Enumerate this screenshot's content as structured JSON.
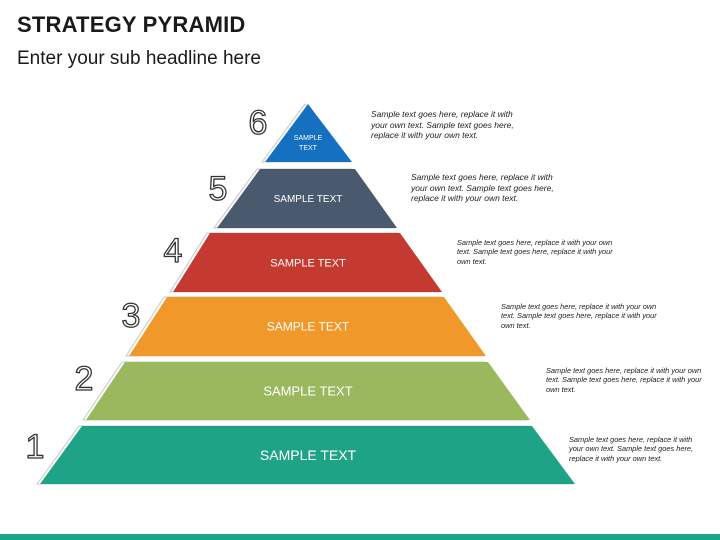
{
  "title": "STRATEGY PYRAMID",
  "subtitle": "Enter your sub headline here",
  "levels": [
    {
      "number": "1",
      "label": "SAMPLE TEXT",
      "color": "#1fa386",
      "description": "Sample text goes here, replace it with your own text. Sample text goes here, replace it with your own text."
    },
    {
      "number": "2",
      "label": "SAMPLE TEXT",
      "color": "#9ab85e",
      "description": "Sample text goes here, replace it with your own text. Sample text goes here, replace it with your own text."
    },
    {
      "number": "3",
      "label": "SAMPLE TEXT",
      "color": "#f0992a",
      "description": "Sample text goes here, replace it with your own text. Sample text goes here, replace it with your own text."
    },
    {
      "number": "4",
      "label": "SAMPLE TEXT",
      "color": "#c43a31",
      "description": "Sample text goes here, replace it with your own text. Sample text goes here, replace it with your own text."
    },
    {
      "number": "5",
      "label": "SAMPLE TEXT",
      "color": "#4a5a6e",
      "description": "Sample text goes here, replace it with your own text. Sample text goes here, replace it with your own text."
    },
    {
      "number": "6",
      "label": "SAMPLE TEXT",
      "color": "#1570c2",
      "description": "Sample text goes here, replace it with your own text. Sample text goes here, replace it with your own text."
    }
  ]
}
